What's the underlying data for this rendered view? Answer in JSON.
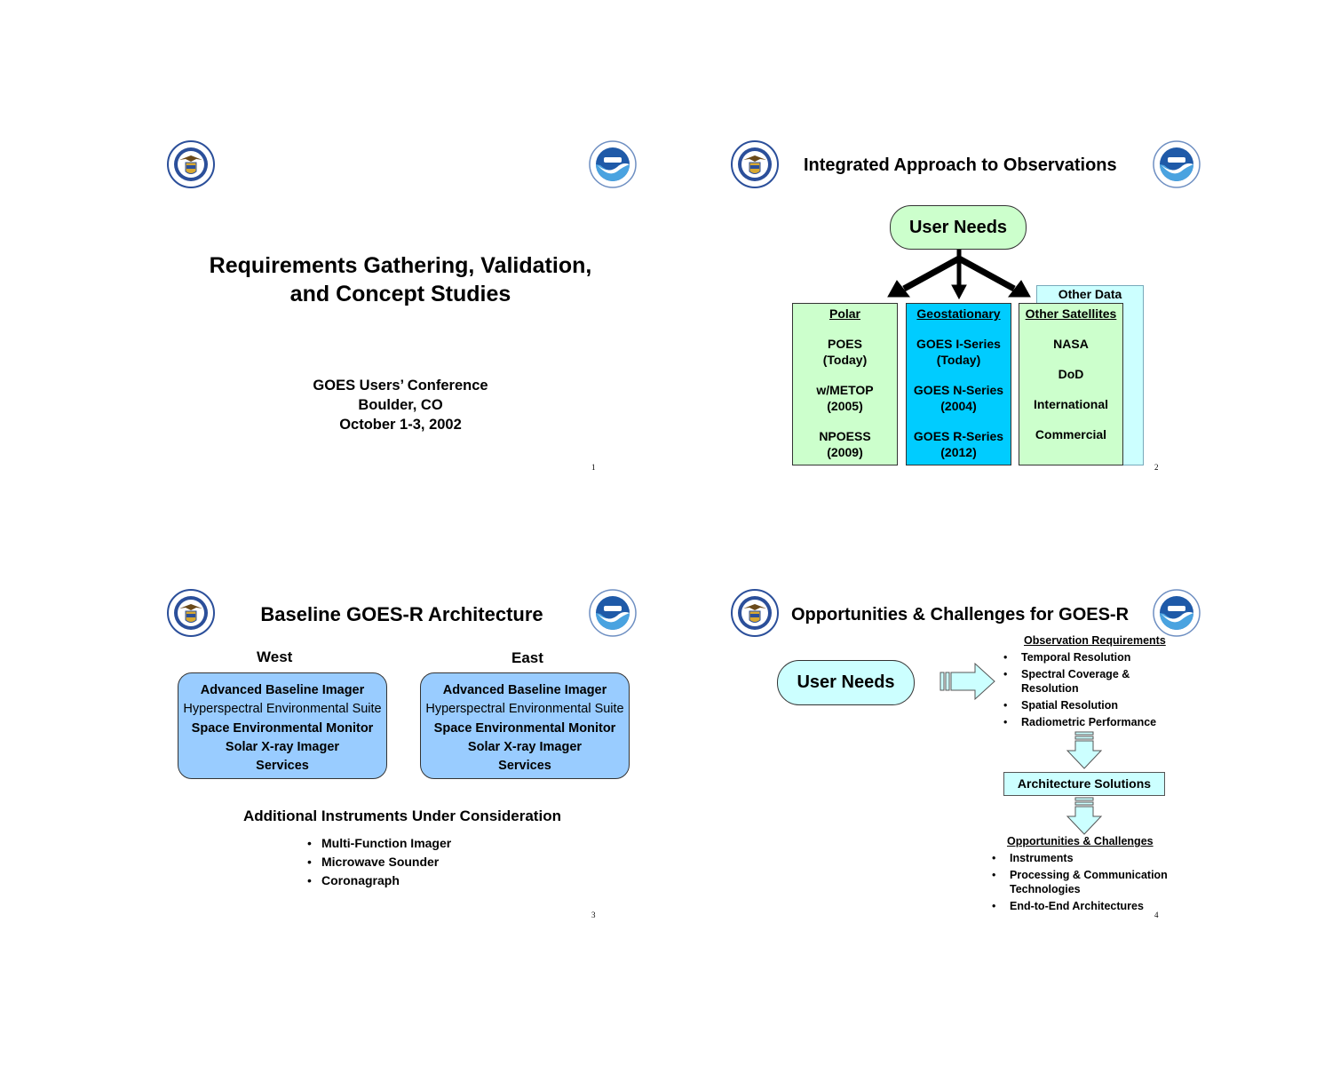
{
  "slides": {
    "s1": {
      "title_line1": "Requirements Gathering, Validation,",
      "title_line2": "and Concept Studies",
      "sub_line1": "GOES Users’ Conference",
      "sub_line2": "Boulder, CO",
      "sub_line3": "October 1-3, 2002",
      "page": "1"
    },
    "s2": {
      "title": "Integrated Approach to Observations",
      "user_needs": "User Needs",
      "other_data": "Other Data",
      "polar": {
        "header": "Polar",
        "items": [
          "POES",
          "(Today)",
          "w/METOP",
          "(2005)",
          "NPOESS",
          "(2009)"
        ]
      },
      "geo": {
        "header": "Geostationary",
        "items": [
          "GOES I-Series",
          "(Today)",
          "GOES N-Series",
          "(2004)",
          "GOES R-Series",
          "(2012)"
        ]
      },
      "other": {
        "header": "Other Satellites",
        "items": [
          "NASA",
          "DoD",
          "International",
          "Commercial"
        ]
      },
      "page": "2"
    },
    "s3": {
      "title": "Baseline GOES-R Architecture",
      "west_label": "West",
      "east_label": "East",
      "west_items": [
        "Advanced Baseline Imager",
        "Hyperspectral Environmental Suite",
        "Space Environmental Monitor",
        "Solar X-ray Imager",
        "Services"
      ],
      "east_items": [
        "Advanced Baseline Imager",
        "Hyperspectral Environmental Suite",
        "Space Environmental Monitor",
        "Solar X-ray Imager",
        "Services"
      ],
      "additional_title": "Additional Instruments Under Consideration",
      "additional_items": [
        "Multi-Function Imager",
        "Microwave Sounder",
        "Coronagraph"
      ],
      "page": "3"
    },
    "s4": {
      "title": "Opportunities & Challenges for GOES-R",
      "user_needs": "User Needs",
      "obs_header": "Observation Requirements",
      "obs_items": [
        "Temporal Resolution",
        "Spectral Coverage &",
        "Resolution",
        "Spatial Resolution",
        "Radiometric Performance"
      ],
      "arch_solutions": "Architecture Solutions",
      "opp_header": "Opportunities & Challenges",
      "opp_items": [
        "Instruments",
        "Processing & Communication",
        "Technologies",
        "End-to-End Architectures"
      ],
      "page": "4"
    }
  },
  "colors": {
    "light_green": "#ccffcc",
    "cyan": "#00ccff",
    "light_cyan": "#ccffff",
    "light_blue": "#99ccff",
    "noaa_blue": "#1f5aa8",
    "doc_blue": "#2b4f9a"
  },
  "icons": {
    "doc_seal": "department-of-commerce-seal-icon",
    "noaa_logo": "noaa-logo-icon"
  }
}
